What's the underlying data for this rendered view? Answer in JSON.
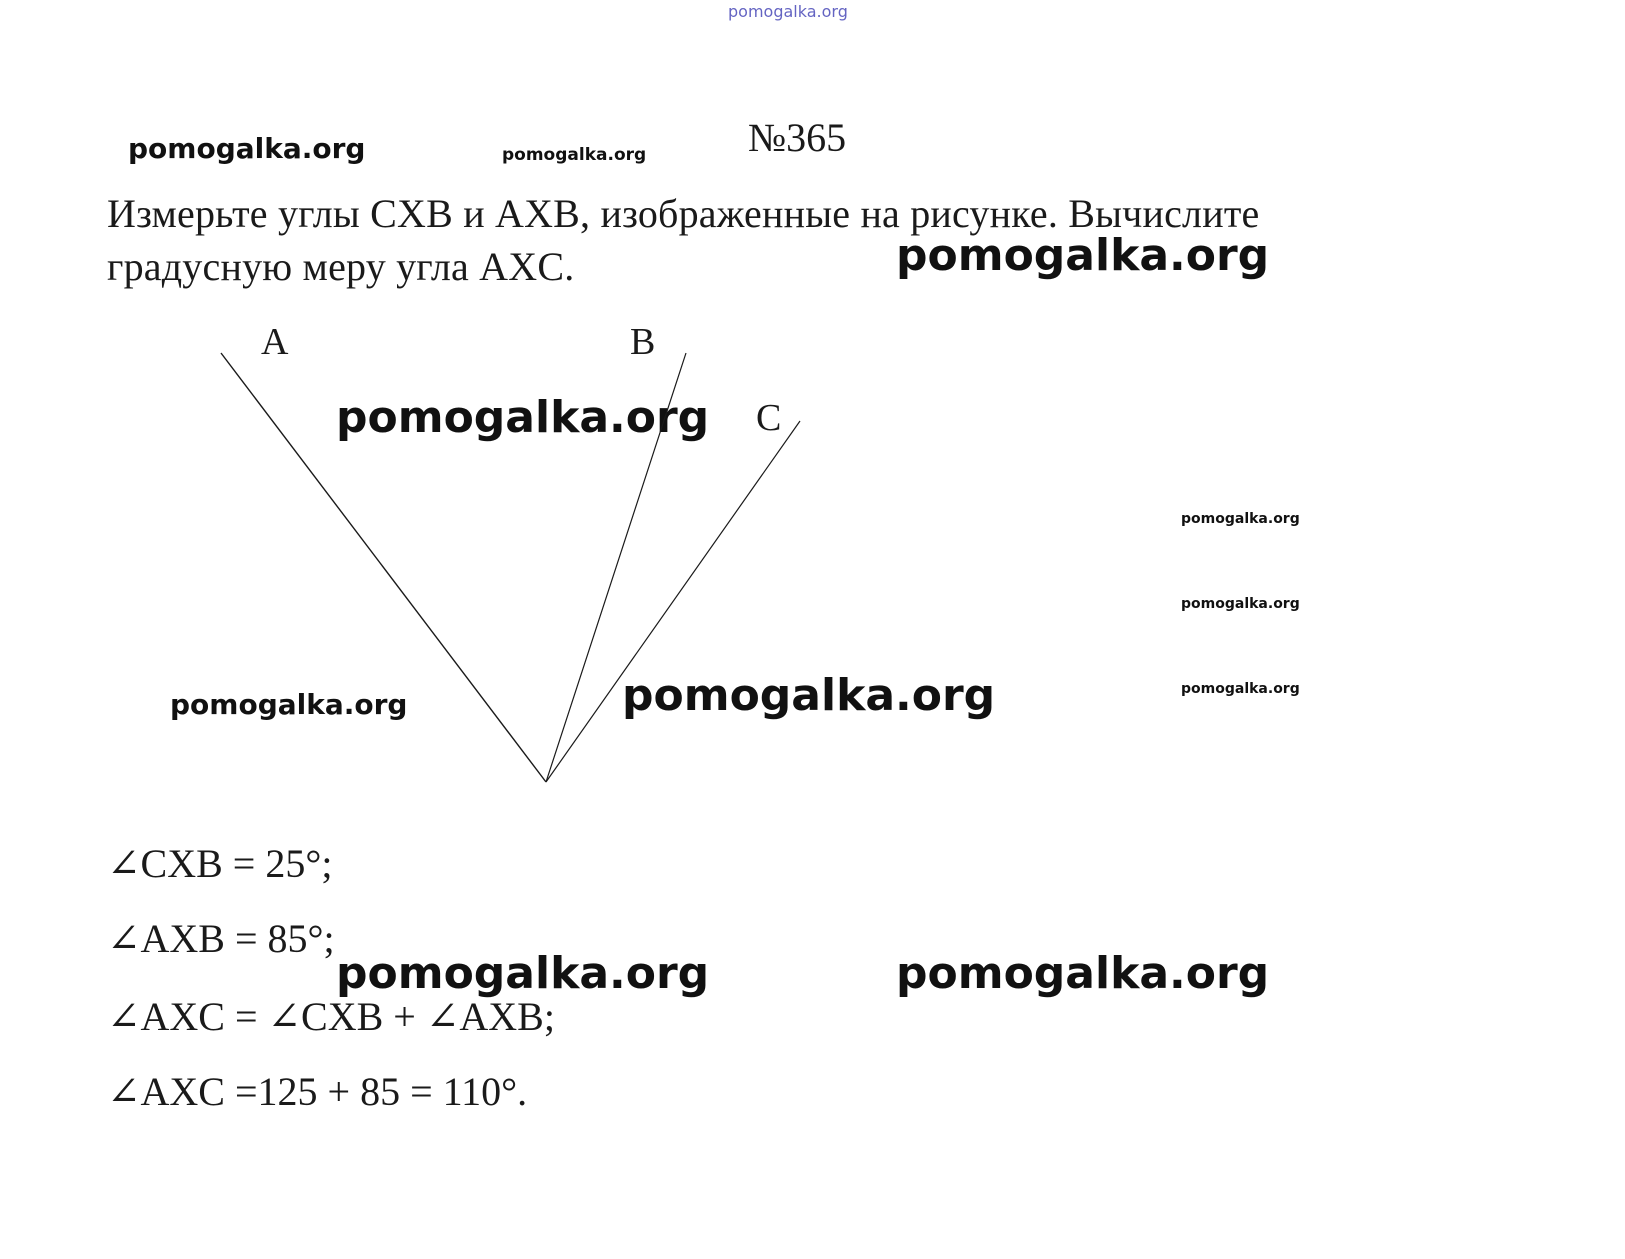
{
  "watermarks": {
    "top": "pomogalka.org",
    "w1": "pomogalka.org",
    "w2": "pomogalka.org",
    "w3": "pomogalka.org",
    "w4": "pomogalka.org",
    "w5": "pomogalka.org",
    "w6": "pomogalka.org",
    "w7": "pomogalka.org",
    "w8": "pomogalka.org",
    "w9": "pomogalka.org",
    "w10": "pomogalka.org",
    "w11": "pomogalka.org"
  },
  "problem": {
    "number": "№365",
    "line1": "Измерьте углы CXB и AXB, изображенные на рисунке. Вычислите",
    "line2": "градусную меру угла AXC."
  },
  "figure": {
    "label_a": "A",
    "label_b": "B",
    "label_c": "C"
  },
  "answers": {
    "a1": "∠CXB = 25°;",
    "a2": "∠AXB = 85°;",
    "a3": "∠AXC = ∠CXB + ∠AXB;",
    "a4": "∠AXC =125 + 85 = 110°."
  }
}
